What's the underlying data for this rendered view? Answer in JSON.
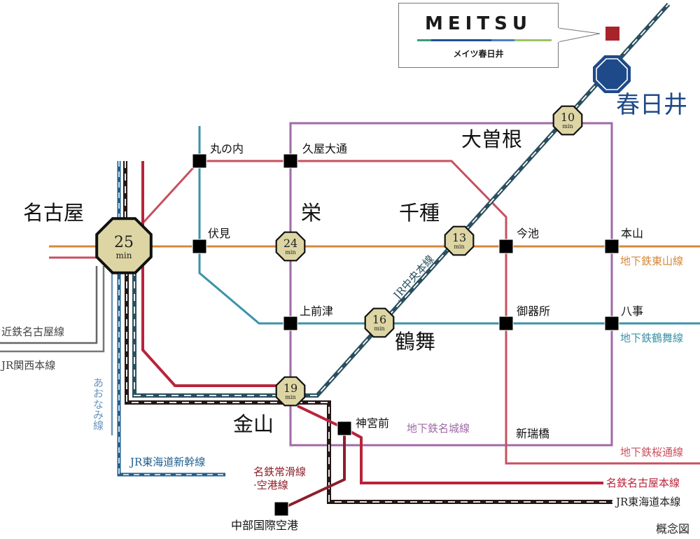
{
  "logo": {
    "brand": "MEITSU",
    "subtitle": "メイツ春日井",
    "bar_colors": [
      "#3d9a7a",
      "#1f4f8f",
      "#4f7fbf",
      "#9cc26a"
    ]
  },
  "colors": {
    "higashiyama": "#d4893a",
    "tsurumai": "#3b93a8",
    "sakuradori": "#c8505f",
    "meijo": "#a06aa8",
    "meitetsu_nagoya": "#b8243a",
    "meitetsu_airport": "#8c1f2a",
    "jr_chuo": "#2a4f5e",
    "jr_tokaido": "#231815",
    "jr_shinkansen": "#1f5f8f",
    "aonami": "#6a95bd",
    "kintetsu": "#666666",
    "jr_kansai": "#777777",
    "hub_fill": "#ddd6a4",
    "kasugai_fill": "#1f4a8a",
    "property_marker": "#a8242a",
    "station_marker": "#000000"
  },
  "destination": {
    "name": "春日井",
    "property_label": "メイツ春日井"
  },
  "hubs": [
    {
      "id": "nagoya",
      "name": "名古屋",
      "minutes": "25",
      "unit": "min"
    },
    {
      "id": "sakae",
      "name": "栄",
      "minutes": "24",
      "unit": "min"
    },
    {
      "id": "chikusa",
      "name": "千種",
      "minutes": "13",
      "unit": "min"
    },
    {
      "id": "tsurumai",
      "name": "鶴舞",
      "minutes": "16",
      "unit": "min"
    },
    {
      "id": "kanayama",
      "name": "金山",
      "minutes": "19",
      "unit": "min"
    },
    {
      "id": "ozone",
      "name": "大曽根",
      "minutes": "10",
      "unit": "min"
    }
  ],
  "stations": [
    {
      "id": "marunouchi",
      "name": "丸の内"
    },
    {
      "id": "hisaya-odori",
      "name": "久屋大通"
    },
    {
      "id": "fushimi",
      "name": "伏見"
    },
    {
      "id": "imaike",
      "name": "今池"
    },
    {
      "id": "motoyama",
      "name": "本山"
    },
    {
      "id": "kamimaezu",
      "name": "上前津"
    },
    {
      "id": "gokiso",
      "name": "御器所"
    },
    {
      "id": "yagoto",
      "name": "八事"
    },
    {
      "id": "jingu-mae",
      "name": "神宮前"
    },
    {
      "id": "shin-mizuhobashi",
      "name": "新瑞橋"
    },
    {
      "id": "chubu-airport",
      "name": "中部国際空港"
    }
  ],
  "lines": [
    {
      "id": "higashiyama",
      "name": "地下鉄東山線"
    },
    {
      "id": "tsurumai",
      "name": "地下鉄鶴舞線"
    },
    {
      "id": "meijo",
      "name": "地下鉄名城線"
    },
    {
      "id": "sakuradori",
      "name": "地下鉄桜通線"
    },
    {
      "id": "meitetsu-nagoya",
      "name": "名鉄名古屋本線"
    },
    {
      "id": "jr-tokaido",
      "name": "JR東海道本線"
    },
    {
      "id": "jr-chuo",
      "name": "JR中央本線"
    },
    {
      "id": "kintetsu",
      "name": "近鉄名古屋線"
    },
    {
      "id": "jr-kansai",
      "name": "JR関西本線"
    },
    {
      "id": "aonami",
      "name": "あおなみ線"
    },
    {
      "id": "jr-shinkansen",
      "name": "JR東海道新幹線"
    },
    {
      "id": "meitetsu-airport",
      "name": "名鉄常滑線\n·空港線",
      "line1": "名鉄常滑線",
      "line2": "·空港線"
    }
  ],
  "note": "概念図"
}
